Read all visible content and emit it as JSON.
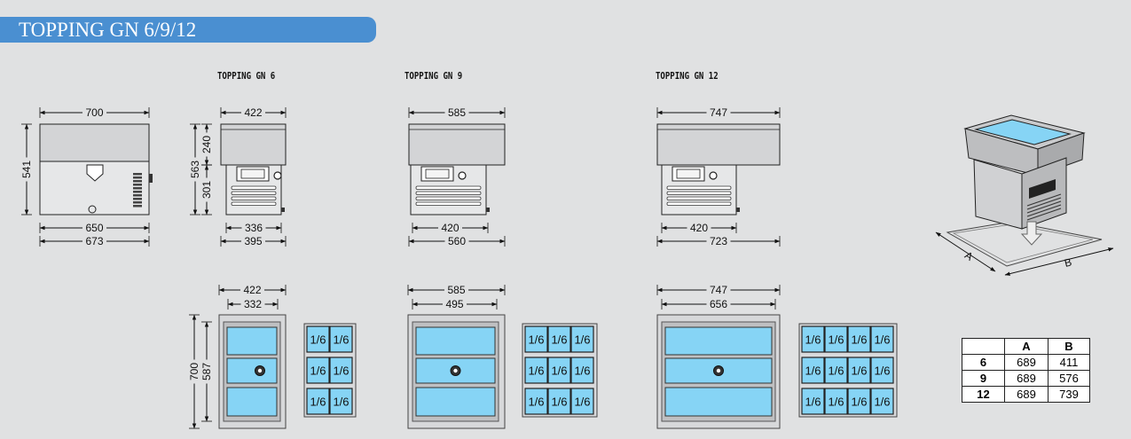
{
  "title": "TOPPING GN 6/9/12",
  "models": [
    {
      "label": "TOPPING GN 6",
      "top_width": "422",
      "height_upper": "240",
      "height_lower": "301",
      "total_height": "563",
      "base_inner": "336",
      "base_outer": "395",
      "plan_width": "422",
      "plan_inner": "332",
      "plan_depth": "700",
      "plan_inner_depth": "587",
      "pan_size": "1/6",
      "pan_columns": 2
    },
    {
      "label": "TOPPING GN 9",
      "top_width": "585",
      "base_inner": "420",
      "base_outer": "560",
      "plan_width": "585",
      "plan_inner": "495",
      "pan_size": "1/6",
      "pan_columns": 3
    },
    {
      "label": "TOPPING GN 12",
      "top_width": "747",
      "base_inner": "420",
      "base_outer": "723",
      "plan_width": "747",
      "plan_inner": "656",
      "pan_size": "1/6",
      "pan_columns": 4
    }
  ],
  "side_view": {
    "width": "700",
    "height": "541",
    "base_inner": "650",
    "base_outer": "673"
  },
  "iso_labels": {
    "a": "A",
    "b": "B"
  },
  "table": {
    "headers": [
      "",
      "A",
      "B"
    ],
    "rows": [
      {
        "model": "6",
        "a": "689",
        "b": "411"
      },
      {
        "model": "9",
        "a": "689",
        "b": "576"
      },
      {
        "model": "12",
        "a": "689",
        "b": "739"
      }
    ]
  },
  "colors": {
    "title_bar": "#4a8fd1",
    "pan_fill": "#86d4f5",
    "background": "#e0e1e2"
  }
}
